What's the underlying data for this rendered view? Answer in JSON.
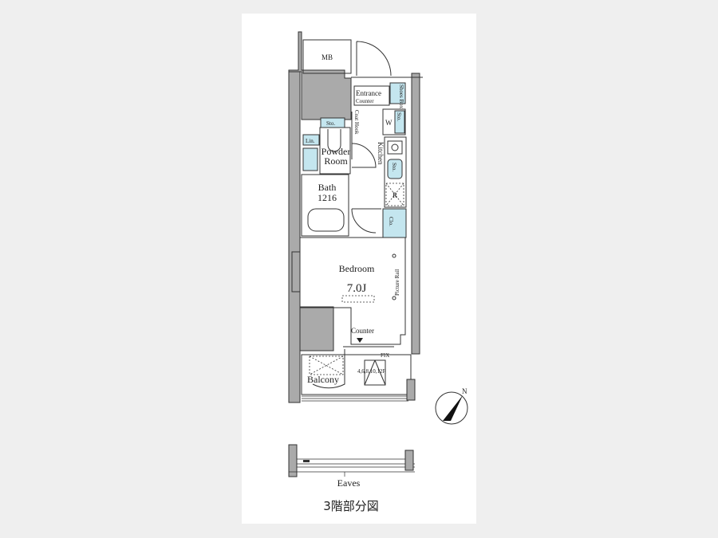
{
  "plan": {
    "labels": {
      "mb": "MB",
      "entrance": "Entrance",
      "entrance_counter": "Counter",
      "shoes_box": "Shoes Box",
      "washer": "W",
      "storage": "Sto.",
      "coat_hook": "Coat Hook",
      "linen": "Lin.",
      "powder_room_1": "Powder",
      "powder_room_2": "Room",
      "kitchen": "Kitchen",
      "refrigerator": "R",
      "bath": "Bath",
      "bath_size": "1216",
      "closet": "Clo.",
      "bedroom": "Bedroom",
      "bedroom_size": "7.0J",
      "picture_rail": "Picture Rail",
      "counter": "Counter",
      "fix": "FIX",
      "floors": "4,6,8,10,12F",
      "balcony": "Balcony",
      "eaves": "Eaves",
      "north": "N"
    },
    "title": "3階部分図",
    "colors": {
      "storage_fill": "#c4e6ef",
      "wall_fill": "#aaaaaa"
    }
  }
}
